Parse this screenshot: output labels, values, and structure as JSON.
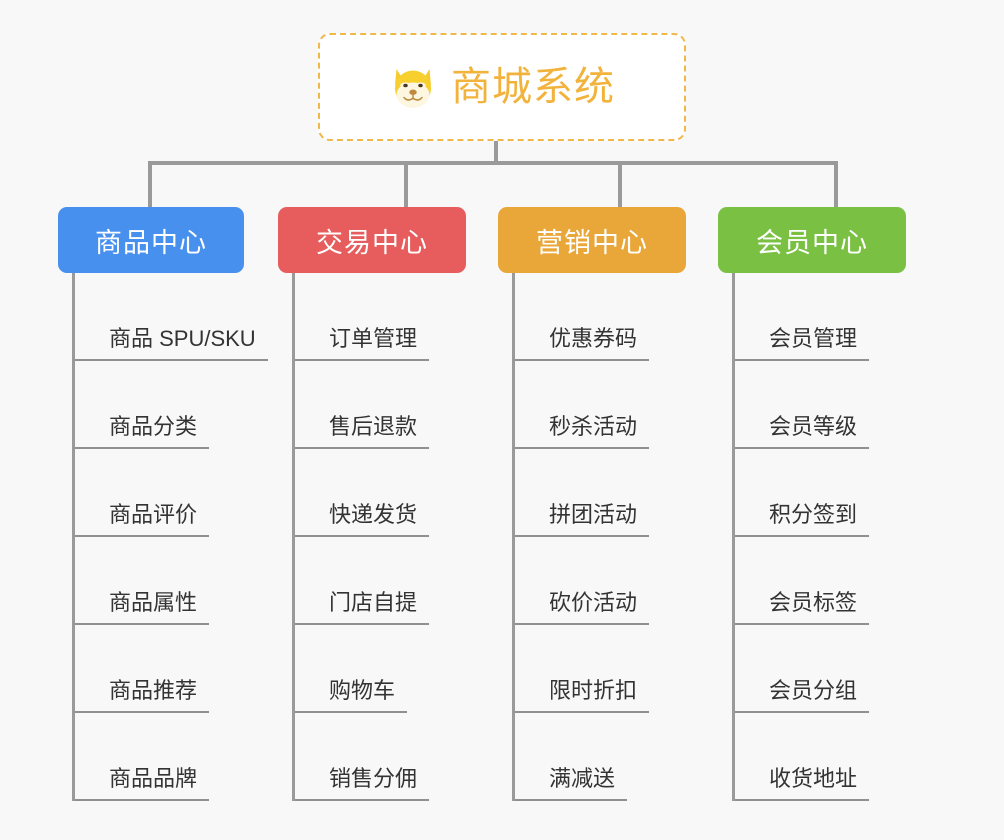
{
  "page": {
    "background_color": "#f8f8f8",
    "type": "mindmap"
  },
  "root": {
    "title": "商城系统",
    "icon": "shiba-dog-face-icon",
    "text_color": "#f2b33d",
    "border_color": "#f0b849",
    "background_color": "#ffffff"
  },
  "branches": [
    {
      "label": "商品中心",
      "color": "#4790ee",
      "items": [
        {
          "label": "商品 SPU/SKU"
        },
        {
          "label": "商品分类"
        },
        {
          "label": "商品评价"
        },
        {
          "label": "商品属性"
        },
        {
          "label": "商品推荐"
        },
        {
          "label": "商品品牌"
        }
      ]
    },
    {
      "label": "交易中心",
      "color": "#e75c5c",
      "items": [
        {
          "label": "订单管理"
        },
        {
          "label": "售后退款"
        },
        {
          "label": "快递发货"
        },
        {
          "label": "门店自提"
        },
        {
          "label": "购物车"
        },
        {
          "label": "销售分佣"
        }
      ]
    },
    {
      "label": "营销中心",
      "color": "#eaa739",
      "items": [
        {
          "label": "优惠券码"
        },
        {
          "label": "秒杀活动"
        },
        {
          "label": "拼团活动"
        },
        {
          "label": "砍价活动"
        },
        {
          "label": "限时折扣"
        },
        {
          "label": "满减送"
        }
      ]
    },
    {
      "label": "会员中心",
      "color": "#7ac143",
      "items": [
        {
          "label": "会员管理"
        },
        {
          "label": "会员等级"
        },
        {
          "label": "积分签到"
        },
        {
          "label": "会员标签"
        },
        {
          "label": "会员分组"
        },
        {
          "label": "收货地址"
        }
      ]
    }
  ],
  "connector": {
    "color": "#9a9a9a"
  }
}
